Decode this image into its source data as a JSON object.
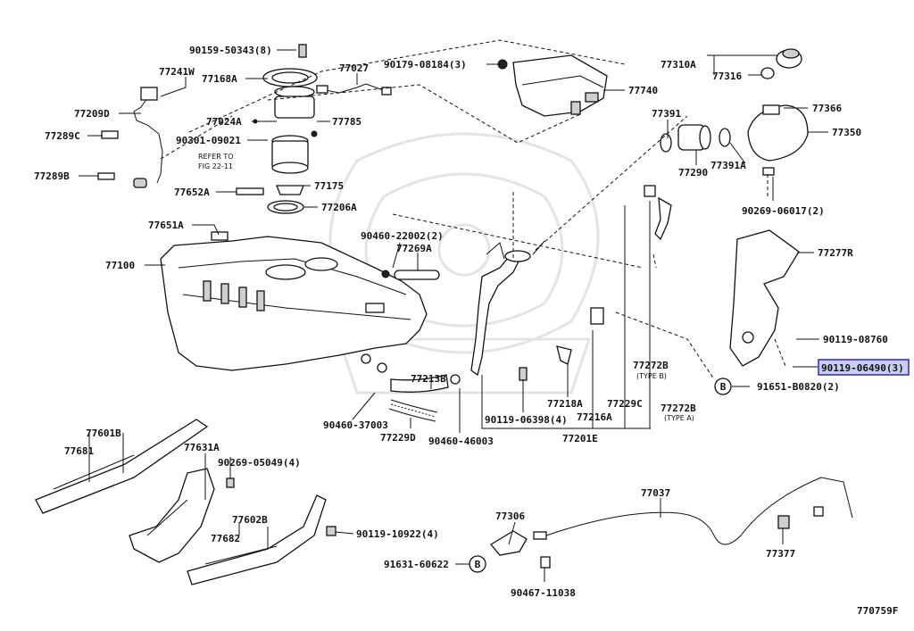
{
  "diagram_code": "770759F",
  "highlighted": "90119-06490 (3)",
  "notes": {
    "refer_to": "REFER TO",
    "fig": "FIG 22-11"
  },
  "circle_marker": "B",
  "labels": {
    "p90159": "90159-50343(8)",
    "p90179": "90179-08184(3)",
    "p77027": "77027",
    "p77241W": "77241W",
    "p77168A": "77168A",
    "p77209D": "77209D",
    "p77024A": "77024A",
    "p77785": "77785",
    "p77289C": "77289C",
    "p90301": "90301-09021",
    "p77289B": "77289B",
    "p77652A": "77652A",
    "p77175": "77175",
    "p77206A": "77206A",
    "p77651A": "77651A",
    "p77100": "77100",
    "p90460_22002": "90460-22002(2)",
    "p77269A": "77269A",
    "p77740": "77740",
    "p77310A": "77310A",
    "p77316": "77316",
    "p77366": "77366",
    "p77391": "77391",
    "p77350": "77350",
    "p77290": "77290",
    "p77391A": "77391A",
    "p90269_06017": "90269-06017(2)",
    "p77277R": "77277R",
    "p90119_08760": "90119-08760",
    "p90119_06490": "90119-06490(3)",
    "p91651": "91651-B0820(2)",
    "p77213B": "77213B",
    "p90460_37003": "90460-37003",
    "p77229D": "77229D",
    "p90460_46003": "90460-46003",
    "p90119_06398": "90119-06398(4)",
    "p77218A": "77218A",
    "p77216A": "77216A",
    "p77229C": "77229C",
    "p77272B_b": "77272B",
    "type_b": "(TYPE B)",
    "p77272B_a": "77272B",
    "type_a": "(TYPE A)",
    "p77201E": "77201E",
    "p77601B": "77601B",
    "p77681": "77681",
    "p77631A": "77631A",
    "p90269_05049": "90269-05049(4)",
    "p77602B": "77602B",
    "p77682": "77682",
    "p90119_10922": "90119-10922(4)",
    "p77306": "77306",
    "p77037": "77037",
    "p91631": "91631-60622",
    "p90467": "90467-11038",
    "p77377": "77377"
  }
}
